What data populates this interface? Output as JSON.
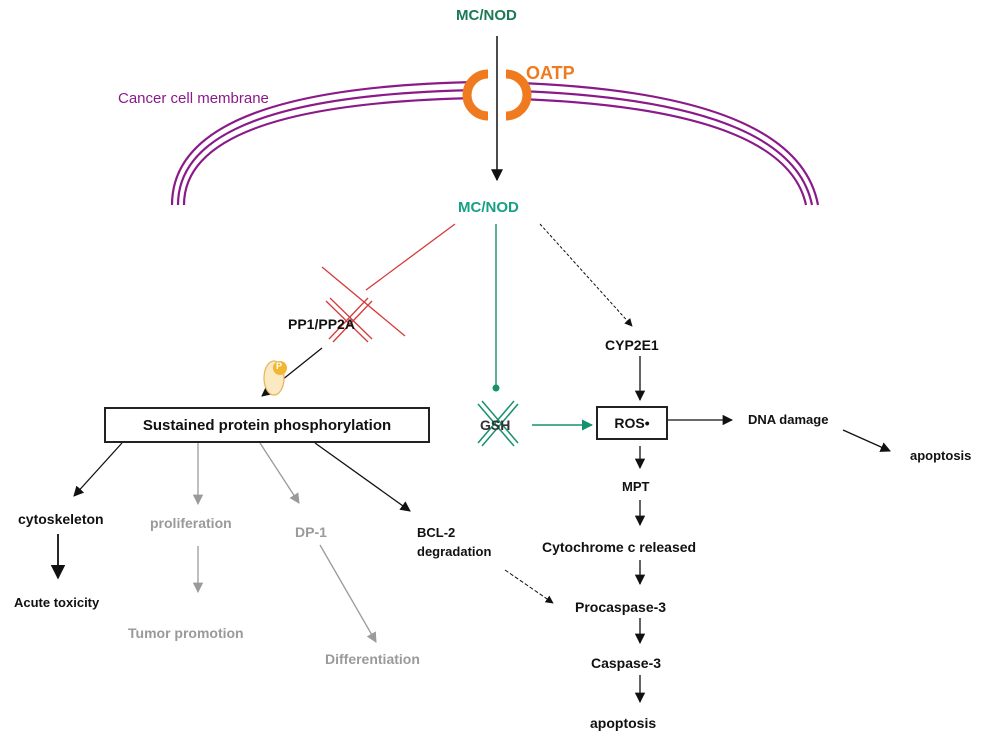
{
  "colors": {
    "membrane": "#8b1a89",
    "oatp": "#f07a1f",
    "toxin_outside": "#1a7a55",
    "toxin_inside": "#16a085",
    "inhibit_line": "#d63a3a",
    "gsh_arrow": "#16906e",
    "gray": "#9a9a9a",
    "phospho": "#f2b632"
  },
  "labels": {
    "mcnod_outside": "MC/NOD",
    "oatp": "OATP",
    "membrane": "Cancer cell membrane",
    "mcnod_inside": "MC/NOD",
    "pp1pp2a": "PP1/PP2A",
    "phospho_mark": "P",
    "sustained": "Sustained protein phosphorylation",
    "cyp2e1": "CYP2E1",
    "gsh": "GSH",
    "ros": "ROS•",
    "dna_damage": "DNA damage",
    "apoptosis_right": "apoptosis",
    "cytoskeleton": "cytoskeleton",
    "acute_toxicity": "Acute toxicity",
    "proliferation": "proliferation",
    "tumor_promotion": "Tumor promotion",
    "dp1": "DP-1",
    "differentiation": "Differentiation",
    "bcl2": "BCL-2",
    "degradation": "degradation",
    "mpt": "MPT",
    "cytochrome": "Cytochrome c released",
    "procaspase": "Procaspase-3",
    "caspase": "Caspase-3",
    "apoptosis_bottom": "apoptosis"
  }
}
